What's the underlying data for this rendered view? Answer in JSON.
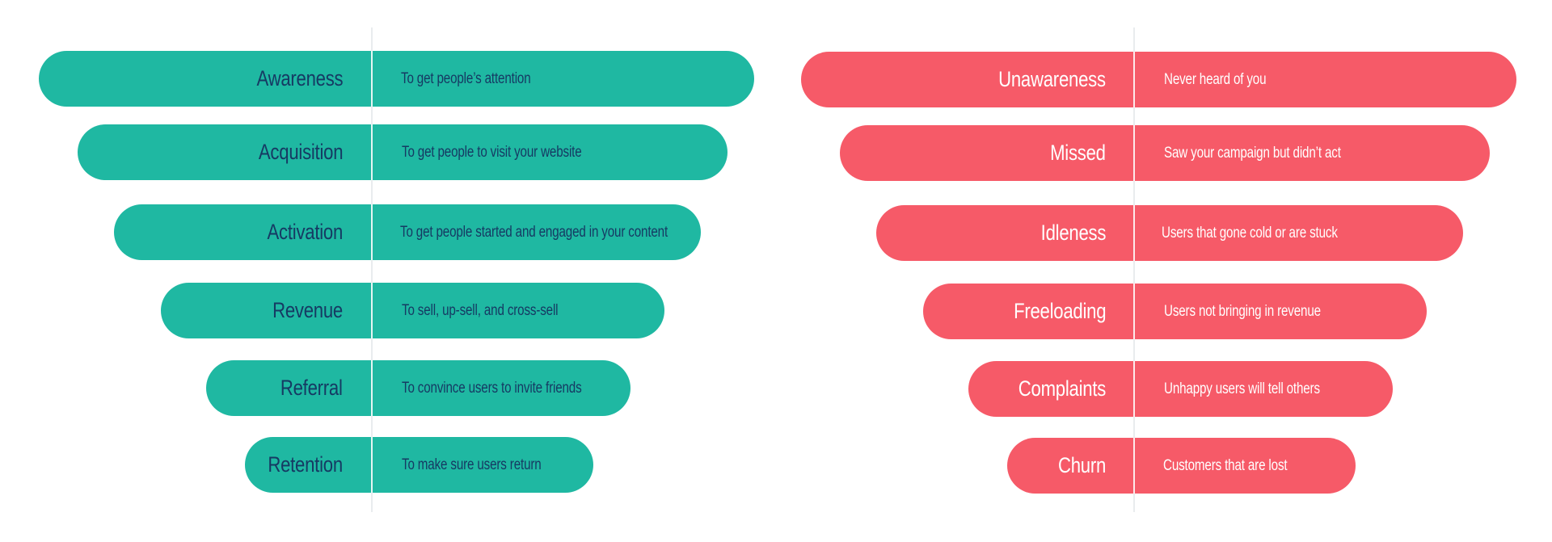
{
  "left_funnel": {
    "name": "positive-funnel",
    "color": "#1fb8a2",
    "text_color": "#163a63",
    "rows": [
      {
        "stage": "Awareness",
        "description": "To get people’s attention"
      },
      {
        "stage": "Acquisition",
        "description": "To get people to visit your website"
      },
      {
        "stage": "Activation",
        "description": "To get people started and engaged in your content"
      },
      {
        "stage": "Revenue",
        "description": "To sell, up-sell, and cross-sell"
      },
      {
        "stage": "Referral",
        "description": "To convince users to invite friends"
      },
      {
        "stage": "Retention",
        "description": "To make sure users return"
      }
    ]
  },
  "right_funnel": {
    "name": "negative-funnel",
    "color": "#f65a68",
    "text_color": "#ffffff",
    "rows": [
      {
        "stage": "Unawareness",
        "description": "Never heard of you"
      },
      {
        "stage": "Missed",
        "description": "Saw your campaign but didn’t act"
      },
      {
        "stage": "Idleness",
        "description": "Users that gone cold or are stuck"
      },
      {
        "stage": "Freeloading",
        "description": "Users not bringing in revenue"
      },
      {
        "stage": "Complaints",
        "description": "Unhappy users will tell others"
      },
      {
        "stage": "Churn",
        "description": "Customers that are lost"
      }
    ]
  }
}
